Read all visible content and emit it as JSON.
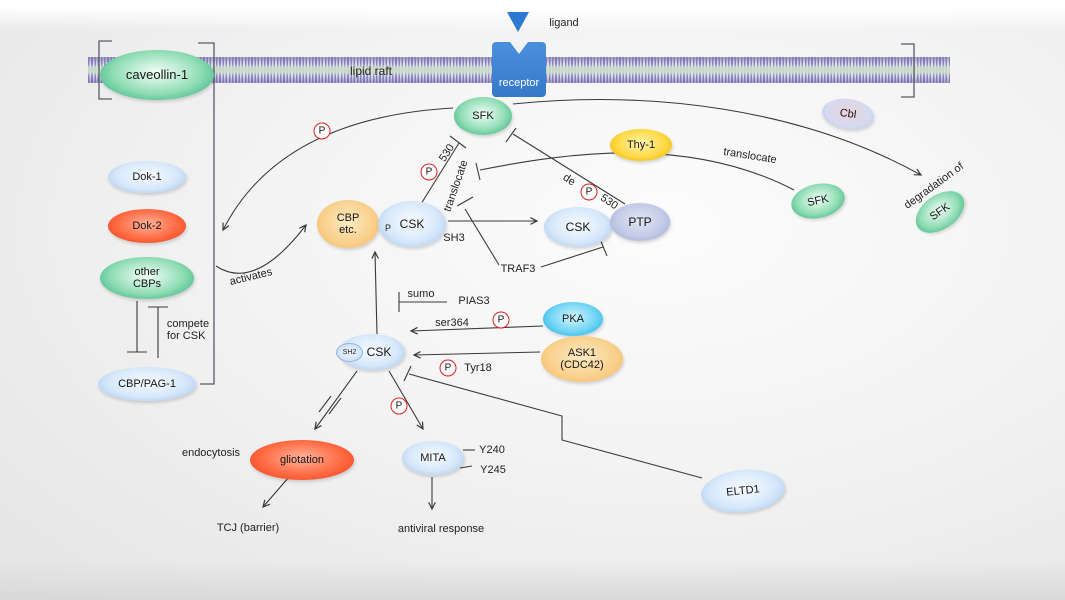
{
  "membrane": {
    "label": "lipid raft"
  },
  "receptor": {
    "label": "receptor"
  },
  "ligand": {
    "label": "ligand"
  },
  "nodes": {
    "caveollin1": {
      "label": "caveollin-1"
    },
    "dok1": {
      "label": "Dok-1"
    },
    "dok2": {
      "label": "Dok-2"
    },
    "other_cbps": {
      "line1": "other",
      "line2": "CBPs"
    },
    "cbp_pag1": {
      "label": "CBP/PAG-1"
    },
    "cbp_etc": {
      "line1": "CBP",
      "line2": "etc."
    },
    "csk_main": {
      "label": "CSK"
    },
    "csk_2": {
      "label": "CSK"
    },
    "ptp": {
      "label": "PTP"
    },
    "sfk_top": {
      "label": "SFK"
    },
    "sfk_right": {
      "label": "SFK"
    },
    "sfk_degraded": {
      "label": "SFK"
    },
    "thy1": {
      "label": "Thy-1"
    },
    "cbl": {
      "label": "Cbl"
    },
    "pka": {
      "label": "PKA"
    },
    "ask1": {
      "line1": "ASK1",
      "line2": "(CDC42)"
    },
    "sh2_csk": {
      "label": "CSK",
      "domain": "SH2"
    },
    "gliotation": {
      "label": "gliotation"
    },
    "mita": {
      "label": "MITA"
    },
    "eltd1": {
      "label": "ELTD1"
    }
  },
  "annotations": {
    "p": "P",
    "p_site": "P",
    "activates": "activates",
    "compete_line1": "compete",
    "compete_line2": "for CSK",
    "site_530": "530",
    "translocate_1": "translocate",
    "de": "de",
    "de_530": "530",
    "translocate_2": "translocate",
    "degradation_of": "degradation of",
    "sumo": "sumo",
    "pias3": "PIAS3",
    "traf3": "TRAF3",
    "sh3": "SH3",
    "ser364": "ser364",
    "tyr18": "Tyr18",
    "y240": "Y240",
    "y245": "Y245",
    "endocytosis": "endocytosis",
    "tcj": "TCJ (barrier)",
    "antiviral": "antiviral response"
  },
  "colors": {
    "green": "#1ea673",
    "light_blue": "#9cc0e8",
    "red": "#ee3a12",
    "orange": "#f2b056",
    "gold": "#e6ab00",
    "cyan": "#0fa8e0",
    "slate": "#9aa6cf",
    "periwinkle": "#b5c2e6",
    "receptor_blue": "#3e83d6",
    "p_circle": "#e02020",
    "line": "#3a3a3a"
  }
}
